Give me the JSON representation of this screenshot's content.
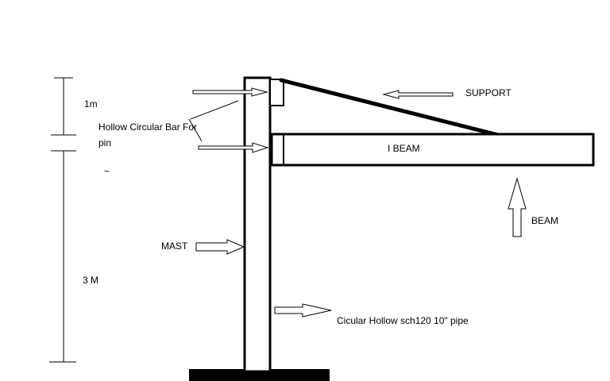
{
  "labels": {
    "dim_top": "1m",
    "dim_bottom": "3 M",
    "pin_line1": "Hollow Circular Bar For",
    "pin_line2": "pin",
    "stray_mark": "~",
    "support": "SUPPORT",
    "ibeam": "I  BEAM",
    "beam": "BEAM",
    "mast": "MAST",
    "pipe": "Cicular Hollow sch120 10\" pipe"
  },
  "colors": {
    "stroke": "#000000",
    "background": "#ffffff"
  }
}
